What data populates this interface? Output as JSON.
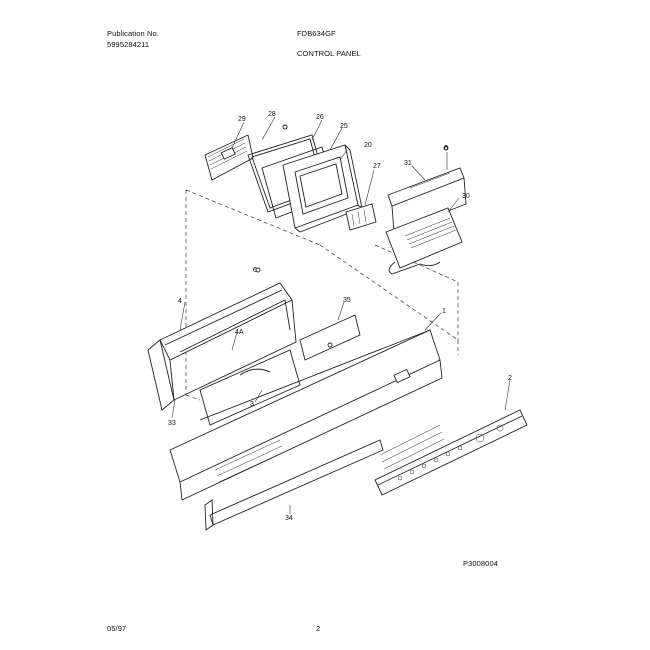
{
  "header": {
    "publication_label": "Publication No.",
    "publication_number": "5995284211",
    "model": "FDB634GF",
    "section_title": "CONTROL PANEL"
  },
  "figure_code": "P3008004",
  "footer": {
    "date": "05/97",
    "page": "2"
  },
  "part_labels": {
    "p29": "29",
    "p28": "28",
    "p26": "26",
    "p25": "25",
    "p20": "20",
    "p27": "27",
    "p31": "31",
    "p6top": "6",
    "p30": "30",
    "p6mid": "6",
    "p4": "4",
    "p35": "35",
    "p4a": "4A",
    "p3": "3",
    "p1": "1",
    "p33": "33",
    "p2": "2",
    "p34": "34"
  }
}
